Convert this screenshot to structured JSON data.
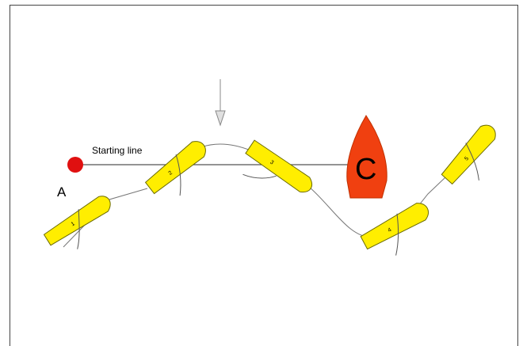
{
  "diagram": {
    "starting_line_label": "Starting line",
    "mark_label": "A",
    "committee_boat_label": "C",
    "boats": [
      {
        "number": "1"
      },
      {
        "number": "2"
      },
      {
        "number": "3"
      },
      {
        "number": "4"
      },
      {
        "number": "5"
      }
    ],
    "colors": {
      "boat_fill": "#ffee00",
      "boat_stroke": "#6b6b00",
      "committee_boat_fill": "#f04010",
      "mark_fill": "#e01010",
      "line": "#555555",
      "arrow": "#888888"
    },
    "icons": {
      "mark": "buoy-icon",
      "wind": "down-arrow-icon",
      "committee": "committee-boat-icon"
    }
  }
}
